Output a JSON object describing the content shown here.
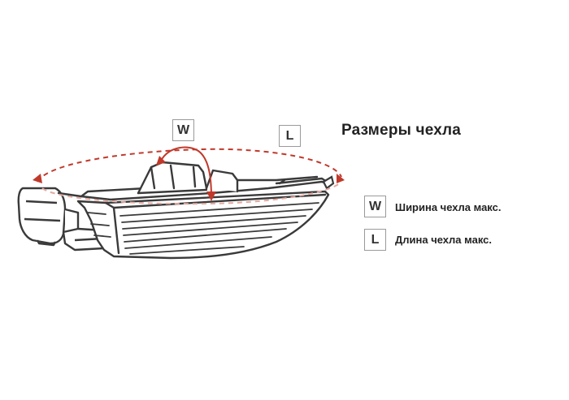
{
  "title": "Размеры чехла",
  "diagram": {
    "width_marker": "W",
    "length_marker": "L"
  },
  "legend": [
    {
      "marker": "W",
      "text": "Ширина чехла макс."
    },
    {
      "marker": "L",
      "text": "Длина чехла макс."
    }
  ],
  "colors": {
    "outline": "#3a3a3a",
    "hull_fill": "#ffffff",
    "dimension_arrow": "#c0392b",
    "dimension_arrow_light": "#e3a9a0",
    "box_border": "#9a9a9a",
    "text": "#222222"
  }
}
